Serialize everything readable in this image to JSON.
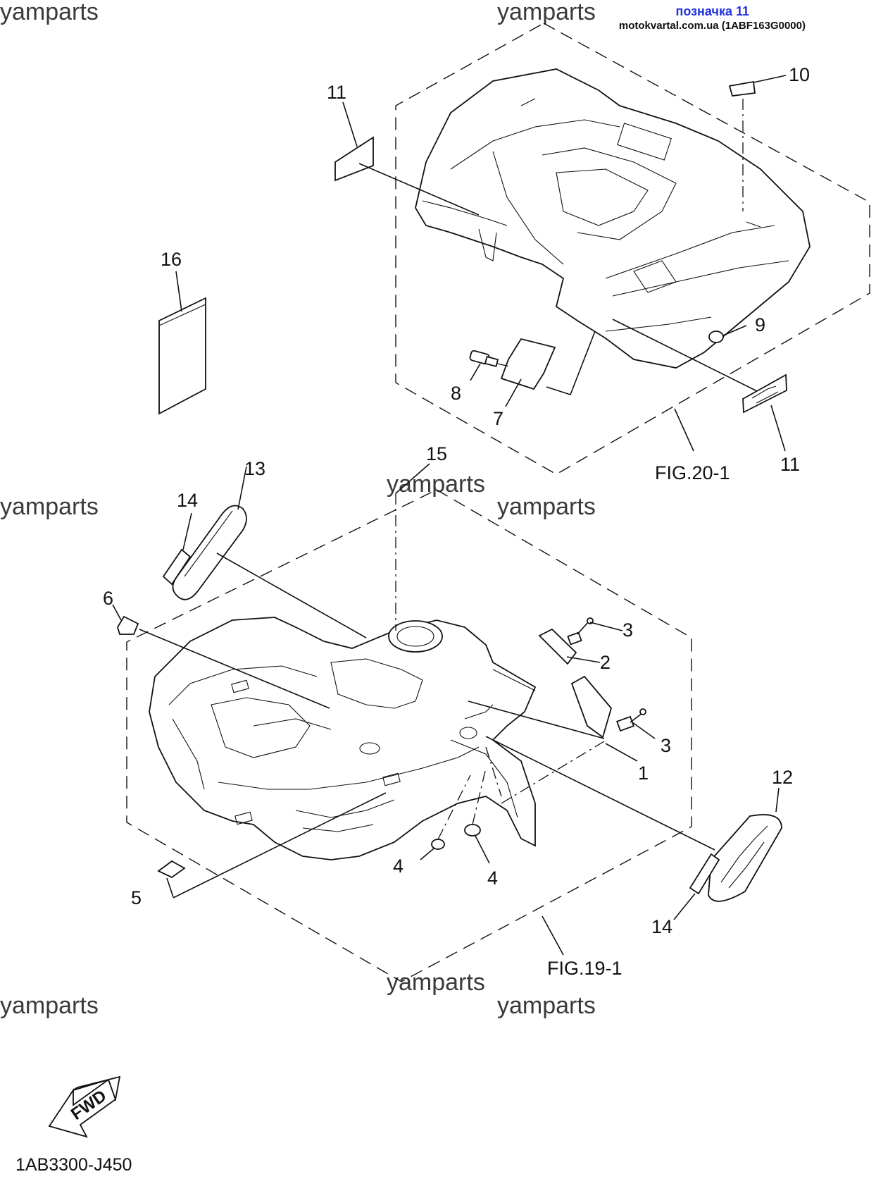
{
  "header": {
    "label": "позначка 11",
    "source": "motokvartal.com.ua (1ABF163G0000)"
  },
  "watermark": "yamparts",
  "figures": {
    "rear": "FIG.20-1",
    "front": "FIG.19-1"
  },
  "callouts": {
    "c1": "1",
    "c2": "2",
    "c3a": "3",
    "c3b": "3",
    "c4a": "4",
    "c4b": "4",
    "c5": "5",
    "c6": "6",
    "c7": "7",
    "c8": "8",
    "c9": "9",
    "c10": "10",
    "c11a": "11",
    "c11b": "11",
    "c12": "12",
    "c13": "13",
    "c14a": "14",
    "c14b": "14",
    "c15": "15",
    "c16": "16"
  },
  "fwd_label": "FWD",
  "diagram_code": "1AB3300-J450",
  "colors": {
    "header_label": "#2233dd",
    "ink": "#111111",
    "watermark": "#3a3a3a"
  }
}
